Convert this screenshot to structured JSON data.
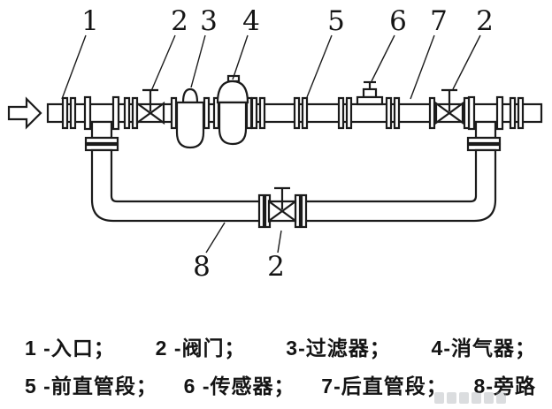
{
  "colors": {
    "line": "#1b1b1b",
    "background": "#ffffff",
    "legend_text": "#141414"
  },
  "callouts": {
    "inlet": "1",
    "valve_main": "2",
    "filter": "3",
    "air_eliminator": "4",
    "front_straight": "5",
    "sensor": "6",
    "rear_straight": "7",
    "valve_outlet": "2",
    "bypass": "8",
    "valve_bypass": "2"
  },
  "legend": {
    "row1": [
      "1 -入口；",
      "2 -阀门；",
      "3-过滤器；",
      "4-消气器；"
    ],
    "row2": [
      "5 -前直管段；",
      "6 -传感器；",
      "7-后直管段；",
      "8-旁路"
    ]
  }
}
